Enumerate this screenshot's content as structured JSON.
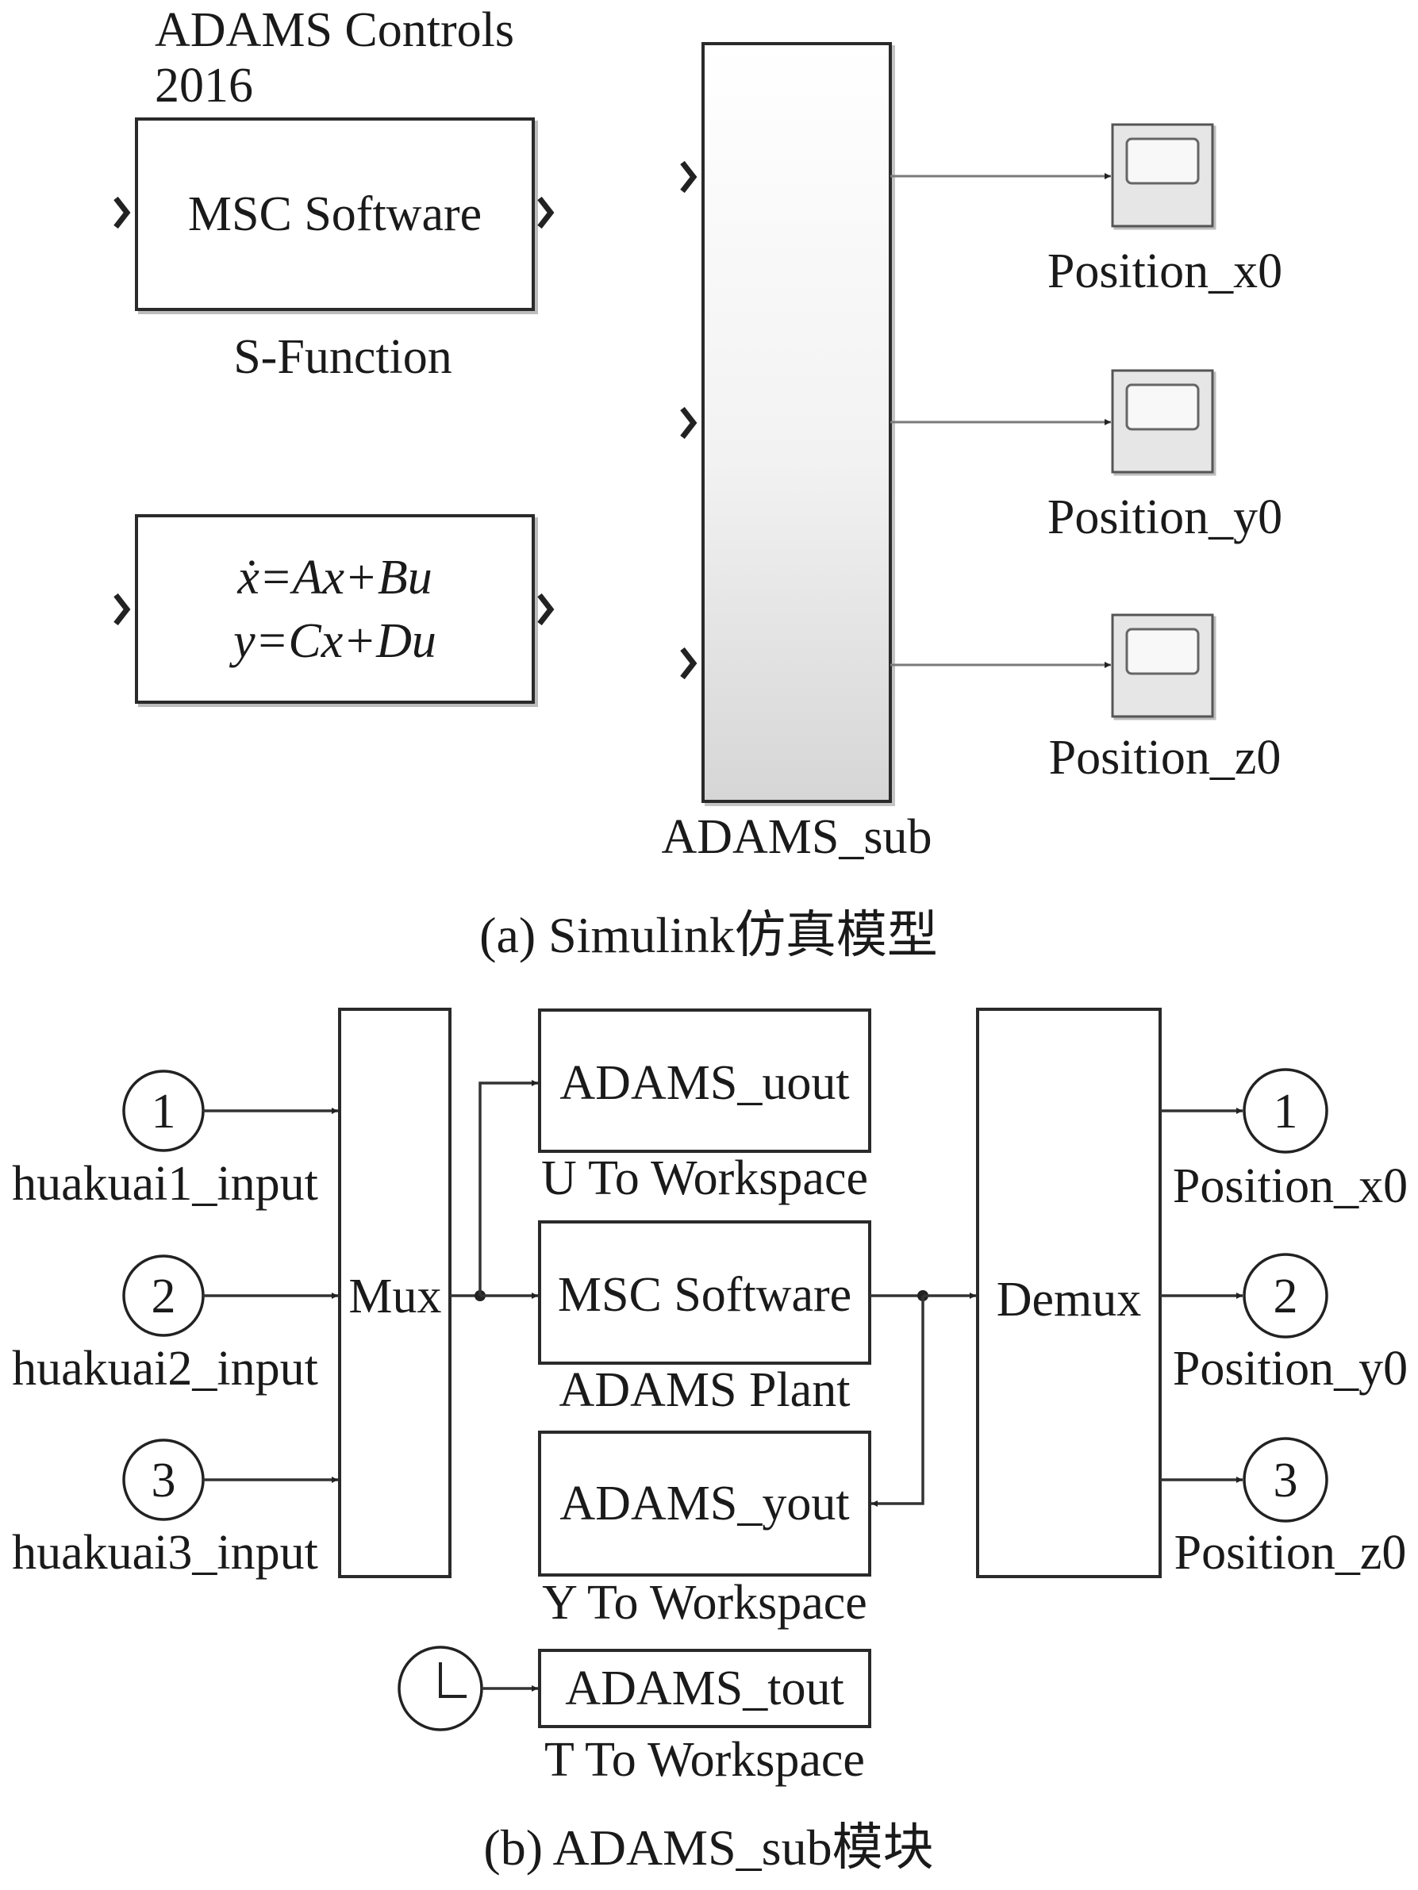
{
  "panel_a": {
    "sfunc_top_line1": "ADAMS Controls",
    "sfunc_top_line2": "2016",
    "sfunc_inner": "MSC Software",
    "sfunc_caption": "S-Function",
    "ss_line1": "ẋ=Ax+Bu",
    "ss_line2": "y=Cx+Du",
    "sub_caption": "ADAMS_sub",
    "scopes": [
      "Position_x0",
      "Position_y0",
      "Position_z0"
    ],
    "caption": "(a)  Simulink仿真模型",
    "colors": {
      "subsystem_gradient_top": "#ffffff",
      "subsystem_gradient_bottom": "#d9d9d9",
      "scope_fill": "#e6e6e6"
    }
  },
  "panel_b": {
    "inports": [
      {
        "number": "1",
        "label": "huakuai1_input"
      },
      {
        "number": "2",
        "label": "huakuai2_input"
      },
      {
        "number": "3",
        "label": "huakuai3_input"
      }
    ],
    "mux": "Mux",
    "demux": "Demux",
    "uout": {
      "inner": "ADAMS_uout",
      "caption": "U To Workspace"
    },
    "plant": {
      "inner": "MSC Software",
      "caption": "ADAMS Plant"
    },
    "yout": {
      "inner": "ADAMS_yout",
      "caption": "Y To Workspace"
    },
    "tout": {
      "inner": "ADAMS_tout",
      "caption": "T To Workspace"
    },
    "outports": [
      {
        "number": "1",
        "label": "Position_x0"
      },
      {
        "number": "2",
        "label": "Position_y0"
      },
      {
        "number": "3",
        "label": "Position_z0"
      }
    ],
    "clock_icon": "clock-icon",
    "caption": "(b)  ADAMS_sub模块"
  }
}
